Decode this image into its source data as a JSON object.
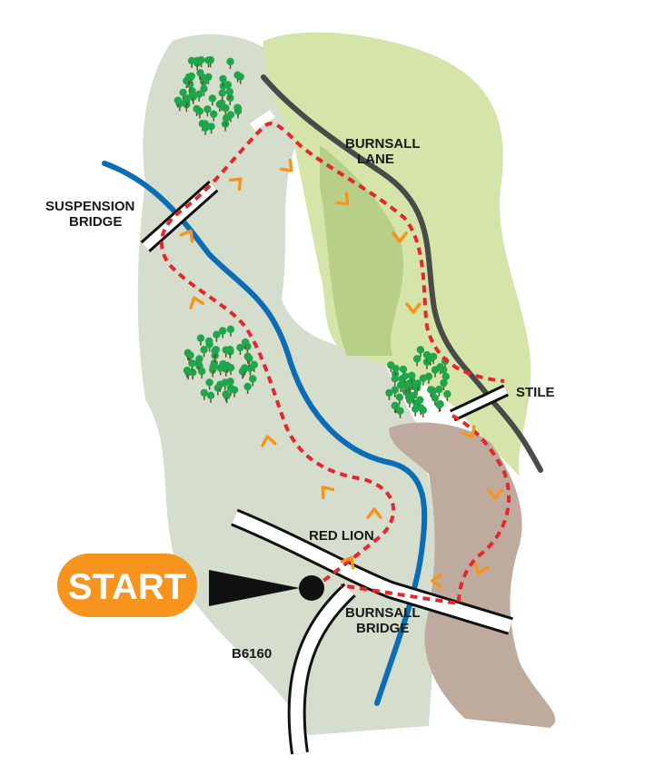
{
  "title": "Burnsall walk route map",
  "labels": {
    "burnsall_lane": [
      "BURNSALL",
      "LANE"
    ],
    "suspension_bridge": [
      "SUSPENSION",
      "BRIDGE"
    ],
    "stile": "STILE",
    "red_lion": "RED LION",
    "burnsall_bridge": [
      "BURNSALL",
      "BRIDGE"
    ],
    "road": "B6160"
  },
  "start_label": "START",
  "colors": {
    "woodland_pale": "#d5ddcc",
    "meadow": "#d5e4a8",
    "meadow_dark": "#b7cf86",
    "moor": "#bfab9d",
    "river": "#0b6db5",
    "route": "#e5262a",
    "arrow": "#f7941d",
    "lane": "#4a4a4a",
    "tree": "#1fa64a"
  }
}
